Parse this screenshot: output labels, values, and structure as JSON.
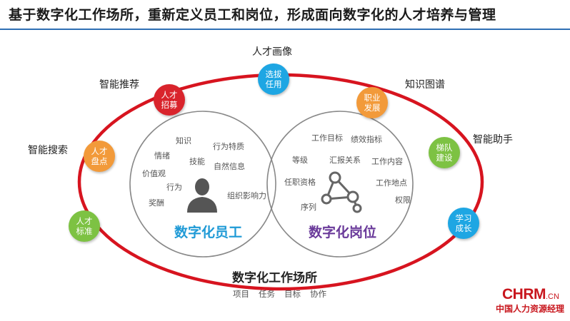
{
  "header": {
    "title": "基于数字化工作场所，重新定义员工和岗位，形成面向数字化的人才培养与管理"
  },
  "ring_labels": {
    "portrait": "人才画像",
    "recommend": "智能推荐",
    "knowledge_map": "知识图谱",
    "search": "智能搜索",
    "assistant": "智能助手"
  },
  "nodes": {
    "select": "选拔任用",
    "recruit": "人才招募",
    "career": "职业发展",
    "inventory": "人才盘点",
    "team": "梯队建设",
    "standard": "人才标准",
    "learning": "学习成长"
  },
  "employee": {
    "title": "数字化员工",
    "keywords": {
      "k1": "知识",
      "k2": "行为特质",
      "k3": "情绪",
      "k4": "技能",
      "k5": "自然信息",
      "k6": "价值观",
      "k7": "行为",
      "k8": "组织影响力",
      "k9": "奖酬"
    }
  },
  "position": {
    "title": "数字化岗位",
    "keywords": {
      "k1": "工作目标",
      "k2": "绩效指标",
      "k3": "等级",
      "k4": "汇报关系",
      "k5": "工作内容",
      "k6": "任职资格",
      "k7": "工作地点",
      "k8": "序列",
      "k9": "权限"
    }
  },
  "workplace": {
    "title": "数字化工作场所",
    "items": [
      "项目",
      "任务",
      "目标",
      "协作"
    ]
  },
  "logo": {
    "main": "CHRM",
    "suffix": ".CN",
    "sub": "中国人力资源经理"
  },
  "colors": {
    "ring": "#d7141f",
    "title_rule": "#2e6fb4",
    "node_red": "#d9242c",
    "node_blue": "#1ea6e3",
    "node_orange": "#f29a3a",
    "node_green": "#7dc243",
    "employee_title": "#1f9ad6",
    "position_title": "#6a3a9a",
    "logo": "#c8161d"
  },
  "icons": [
    "person-silhouette-icon",
    "network-graph-icon"
  ]
}
